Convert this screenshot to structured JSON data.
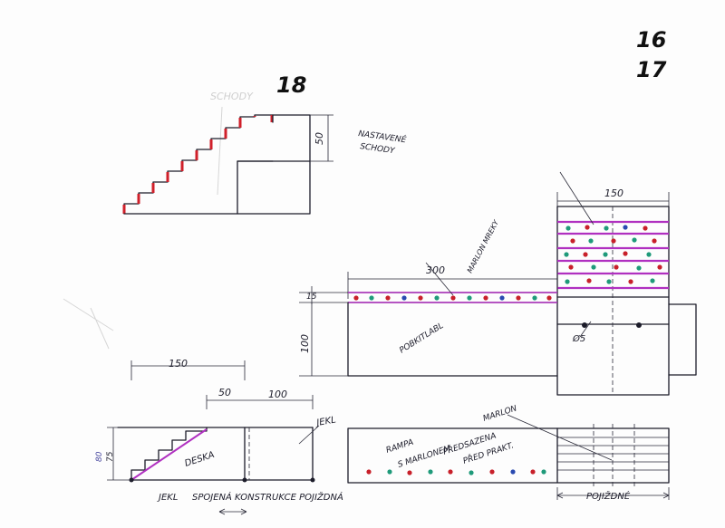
{
  "page_numbers": {
    "top_right_1": "16",
    "top_right_2": "17",
    "sketch_18": "18"
  },
  "labels": {
    "nastavene": "NASTAVENÉ",
    "schody": "SCHODY",
    "dim_50": "50",
    "dim_150_top": "150",
    "dim_300": "300",
    "dim_15": "15",
    "dim_100_left": "100",
    "phi5": "Ø5",
    "marlon_mreky": "MARLON MREKY",
    "pobkitlabl": "POBKITLABL",
    "dim_150_bottom": "150",
    "dim_50_bottom": "50",
    "dim_100_bottom": "100",
    "dim_80": "80",
    "dim_75": "75",
    "jekl_right": "JEKL",
    "deska": "DESKA",
    "jekl_bottom": "JEKL",
    "spojena": "SPOJENÁ KONSTRUKCE POJIŽDNÁ",
    "marlon": "MARLON",
    "rampa": "RAMPA",
    "s_marlonem": "S MARLONEM",
    "predsazena": "PŘEDSAZENA",
    "pred_prakt": "PŘED PRAKT.",
    "pojizdne": "POJIŽDNÉ",
    "faint_top": "SCHODY"
  },
  "colors": {
    "ink": "#1c1c2a",
    "red_step": "#d0202a",
    "purple": "#b030c0",
    "green_dot": "#1f9a7a",
    "red_dot": "#c8202a",
    "blue_dot": "#2a4ab0"
  }
}
